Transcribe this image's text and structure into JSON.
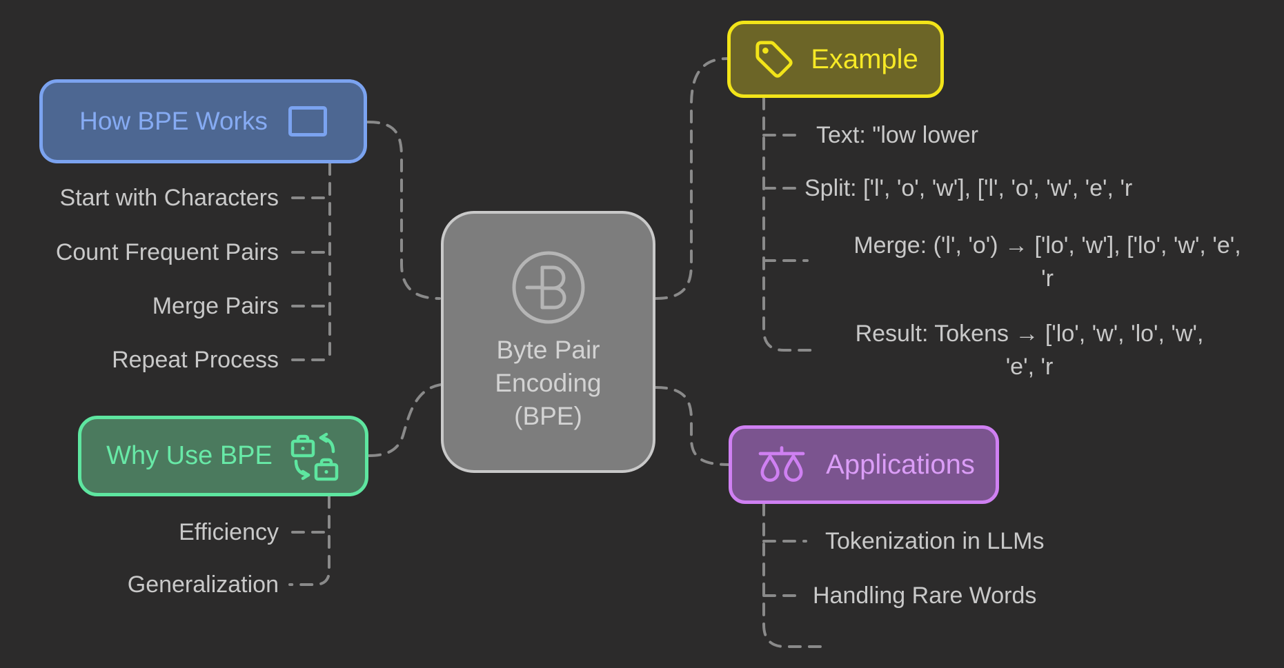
{
  "colors": {
    "background": "#2c2b2b",
    "connector": "#8a8a8a",
    "child_text": "#c9c9c9",
    "center_fill": "#7d7d7d",
    "center_border": "#c9c9c9",
    "center_text": "#d3d3d3",
    "blue_fill": "#4d6792",
    "blue_border": "#7ba3f0",
    "blue_text": "#86abf3",
    "yellow_fill": "#6c6527",
    "yellow_border": "#f2e419",
    "yellow_text": "#f6e926",
    "green_fill": "#4b7a5e",
    "green_border": "#5ee6a0",
    "green_text": "#68e9a7",
    "purple_fill": "#7b548f",
    "purple_border": "#cf80f2",
    "purple_text": "#db9df7"
  },
  "center": {
    "label": "Byte Pair Encoding (BPE)",
    "icon": "bpe-monogram-icon"
  },
  "branches": [
    {
      "label": "How BPE Works",
      "icon": "square-icon",
      "children": [
        "Start with Characters",
        "Count Frequent Pairs",
        "Merge Pairs",
        "Repeat Process"
      ]
    },
    {
      "label": "Example",
      "icon": "tag-icon",
      "children": [
        "Text: \"low lower",
        "Split: ['l', 'o', 'w'], ['l', 'o', 'w', 'e', 'r",
        "Merge: ('l', 'o') → ['lo', 'w'], ['lo', 'w', 'e',\n'r",
        "Result: Tokens → ['lo', 'w', 'lo', 'w',\n'e', 'r"
      ]
    },
    {
      "label": "Why Use BPE",
      "icon": "swap-briefcases-icon",
      "children": [
        "Efficiency",
        "Generalization"
      ]
    },
    {
      "label": "Applications",
      "icon": "balance-scale-icon",
      "children": [
        "Tokenization in LLMs",
        "Handling Rare Words"
      ]
    }
  ]
}
